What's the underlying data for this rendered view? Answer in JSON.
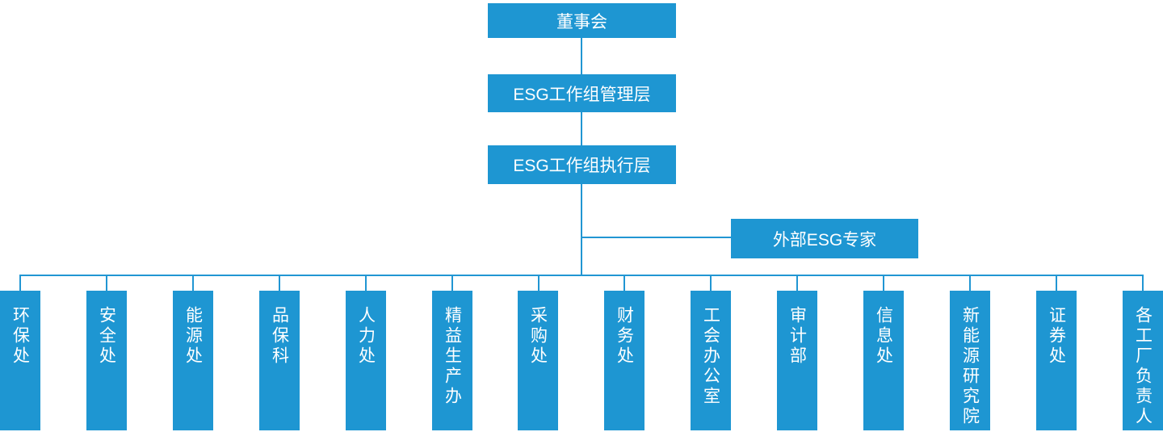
{
  "colors": {
    "box": "#1E96D2",
    "line": "#2196D3",
    "text": "#FFFFFF",
    "background": "#FFFFFF"
  },
  "org": {
    "board": "董事会",
    "management": "ESG工作组管理层",
    "execution": "ESG工作组执行层",
    "external_expert": "外部ESG专家",
    "departments": [
      "环保处",
      "安全处",
      "能源处",
      "品保科",
      "人力处",
      "精益生产办",
      "采购处",
      "财务处",
      "工会办公室",
      "审计部",
      "信息处",
      "新能源研究院",
      "证券处",
      "各工厂负责人"
    ]
  }
}
